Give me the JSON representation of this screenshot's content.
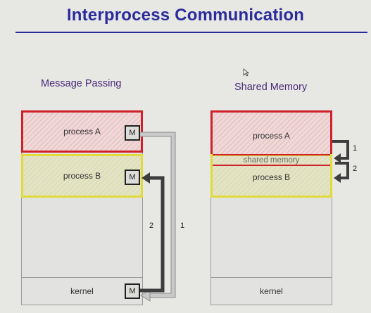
{
  "title": "Interprocess Communication",
  "message_passing": {
    "label": "Message Passing",
    "process_a": "process A",
    "process_b": "process B",
    "kernel": "kernel",
    "mailbox": "M",
    "arrow_1": "1",
    "arrow_2": "2"
  },
  "shared_memory": {
    "label": "Shared Memory",
    "process_a": "process A",
    "shared_region": "shared memory",
    "process_b": "process B",
    "kernel": "kernel",
    "arrow_1": "1",
    "arrow_2": "2"
  },
  "colors": {
    "title": "#2b2b9c",
    "process_a_border": "#d0202a",
    "process_b_border": "#e0db3a",
    "arrow_1": "#c4c4c4",
    "arrow_2": "#4a4a4a"
  },
  "icons": [
    "mouse-cursor-icon"
  ]
}
